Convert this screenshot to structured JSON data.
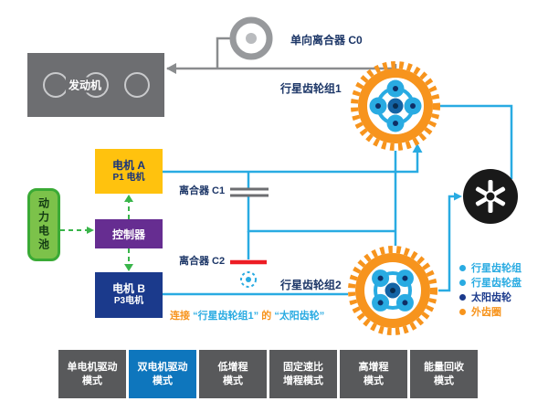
{
  "colors": {
    "cyan": "#29abe2",
    "orange": "#f7941d",
    "navy": "#1b3a8c",
    "engine_gray": "#6d6e71",
    "battery_green": "#3aaa35",
    "controller_purple": "#662d91",
    "motor_a_yellow": "#ffc20e",
    "clutch_red": "#ed1c24",
    "mode_active": "#0e76bd",
    "mode_inactive": "#58595b"
  },
  "engine": {
    "label": "发动机"
  },
  "clutch_c0": {
    "label": "单向离合器 C0"
  },
  "gearset1": {
    "label": "行星齿轮组1"
  },
  "gearset2": {
    "label": "行星齿轮组2"
  },
  "motor_a": {
    "name": "电机 A",
    "type": "P1 电机"
  },
  "motor_b": {
    "name": "电机 B",
    "type": "P3电机"
  },
  "battery": {
    "label": "动力电池"
  },
  "controller": {
    "label": "控制器"
  },
  "clutch_c1": {
    "label": "离合器 C1"
  },
  "clutch_c2": {
    "label": "离合器 C2"
  },
  "note": {
    "segments": [
      {
        "text": "连接 ",
        "color": "#f7941d"
      },
      {
        "text": "“行星齿轮组1”",
        "color": "#29abe2"
      },
      {
        "text": " 的 ",
        "color": "#f7941d"
      },
      {
        "text": "“太阳齿轮”",
        "color": "#29abe2"
      }
    ]
  },
  "legend": {
    "items": [
      {
        "label": "行星齿轮组",
        "color": "#29abe2"
      },
      {
        "label": "行星齿轮盘",
        "color": "#29abe2"
      },
      {
        "label": "太阳齿轮",
        "color": "#1b3a8c"
      },
      {
        "label": "外齿圈",
        "color": "#f7941d"
      }
    ]
  },
  "modes": [
    {
      "line1": "单电机驱动",
      "line2": "模式",
      "active": false
    },
    {
      "line1": "双电机驱动",
      "line2": "模式",
      "active": true
    },
    {
      "line1": "低增程",
      "line2": "模式",
      "active": false
    },
    {
      "line1": "固定速比",
      "line2": "增程模式",
      "active": false
    },
    {
      "line1": "高增程",
      "line2": "模式",
      "active": false
    },
    {
      "line1": "能量回收",
      "line2": "模式",
      "active": false
    }
  ]
}
